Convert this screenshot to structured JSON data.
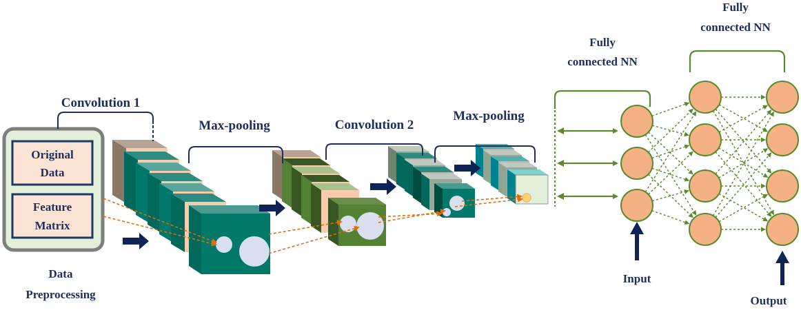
{
  "diagram": {
    "labels": {
      "data_preprocessing_1": "Data",
      "data_preprocessing_2": "Preprocessing",
      "original_data_1": "Original",
      "original_data_2": "Data",
      "feature_matrix_1": "Feature",
      "feature_matrix_2": "Matrix",
      "convolution1": "Convolution 1",
      "maxpool1": "Max-pooling",
      "convolution2": "Convolution 2",
      "maxpool2": "Max-pooling",
      "fc1_line1": "Fully",
      "fc1_line2": "connected NN",
      "fc2_line1": "Fully",
      "fc2_line2": "connected NN",
      "input": "Input",
      "output": "Output"
    },
    "colors": {
      "text": "#1f2d5a",
      "arrow": "#0f2356",
      "bracket": "#5b8a2e",
      "neuron_fill": "#f4b183",
      "neuron_stroke": "#5b8a2e",
      "dashed_link": "#e36c0a",
      "box_fill": "#e2efd9",
      "box_stroke": "#7f7f7f",
      "inner_box_fill": "#fbe4d5",
      "inner_box_stroke": "#1f3864",
      "conv_teal": "#00796b",
      "conv_peach": "#f8cbad",
      "conv_brown": "#8b7765",
      "pool_green": "#548235",
      "pool_dark": "#375623"
    }
  }
}
